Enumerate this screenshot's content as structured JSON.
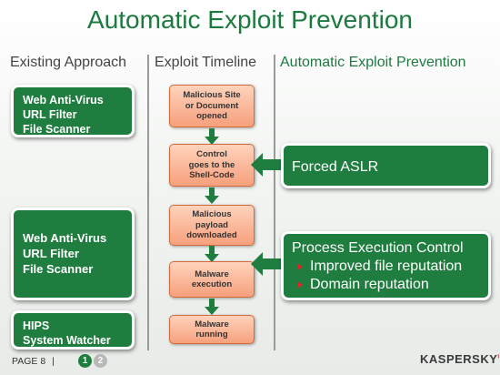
{
  "title": "Automatic Exploit Prevention",
  "columns": {
    "existing": "Existing Approach",
    "timeline": "Exploit Timeline",
    "aep": "Automatic Exploit Prevention"
  },
  "existing_boxes": [
    {
      "lines": [
        "Web Anti-Virus",
        "URL Filter",
        "File Scanner"
      ]
    },
    {
      "lines": [
        "Web Anti-Virus",
        "URL Filter",
        "File Scanner"
      ]
    },
    {
      "lines": [
        "HIPS",
        "System Watcher"
      ]
    }
  ],
  "timeline_steps": [
    {
      "lines": [
        "Malicious Site",
        "or Document",
        "opened"
      ]
    },
    {
      "lines": [
        "Control",
        "goes to the",
        "Shell-Code"
      ]
    },
    {
      "lines": [
        "Malicious",
        "payload",
        "downloaded"
      ]
    },
    {
      "lines": [
        "Malware",
        "execution"
      ]
    },
    {
      "lines": [
        "Malware",
        "running"
      ]
    }
  ],
  "aep_boxes": {
    "aslr": "Forced ASLR",
    "pec": {
      "title": "Process Execution Control",
      "bullets": [
        "Improved file reputation",
        "Domain reputation"
      ]
    }
  },
  "footer": {
    "page_label": "PAGE",
    "page_number": "8",
    "separator": "|",
    "dot1": "1",
    "dot2": "2",
    "logo": "KASPERSKY",
    "logo_lab": "lab"
  },
  "colors": {
    "green": "#1f7d3f",
    "title_green": "#1c7a3f",
    "orange": "#f6a07c",
    "red": "#e8202a"
  }
}
